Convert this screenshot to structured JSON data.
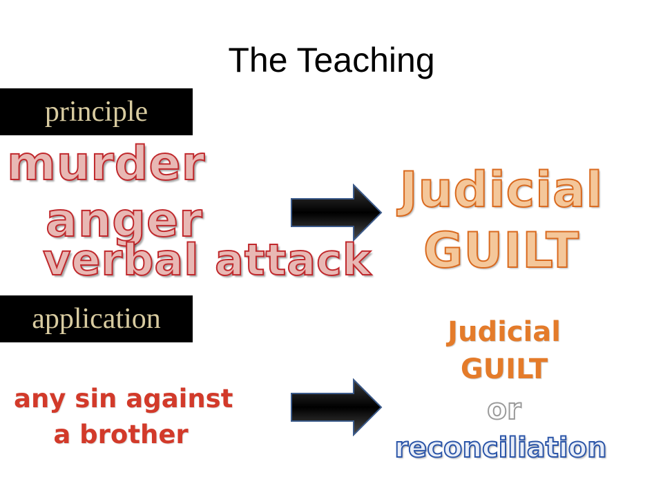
{
  "slide": {
    "title": "The Teaching",
    "principle_label": "principle",
    "application_label": "application",
    "principle_words": [
      "murder",
      "anger",
      "verbal attack"
    ],
    "application_words": [
      "any sin against",
      "a brother"
    ],
    "principle_result": [
      "Judicial",
      "GUILT"
    ],
    "application_result": [
      "Judicial",
      "GUILT",
      "or",
      "reconciliation"
    ],
    "arrow_icon": "right-arrow-icon"
  },
  "colors": {
    "red": "#c0282c",
    "orange": "#d9691e",
    "blue": "#2b55a8",
    "label_text": "#d8cba0",
    "label_bg": "#000000"
  }
}
